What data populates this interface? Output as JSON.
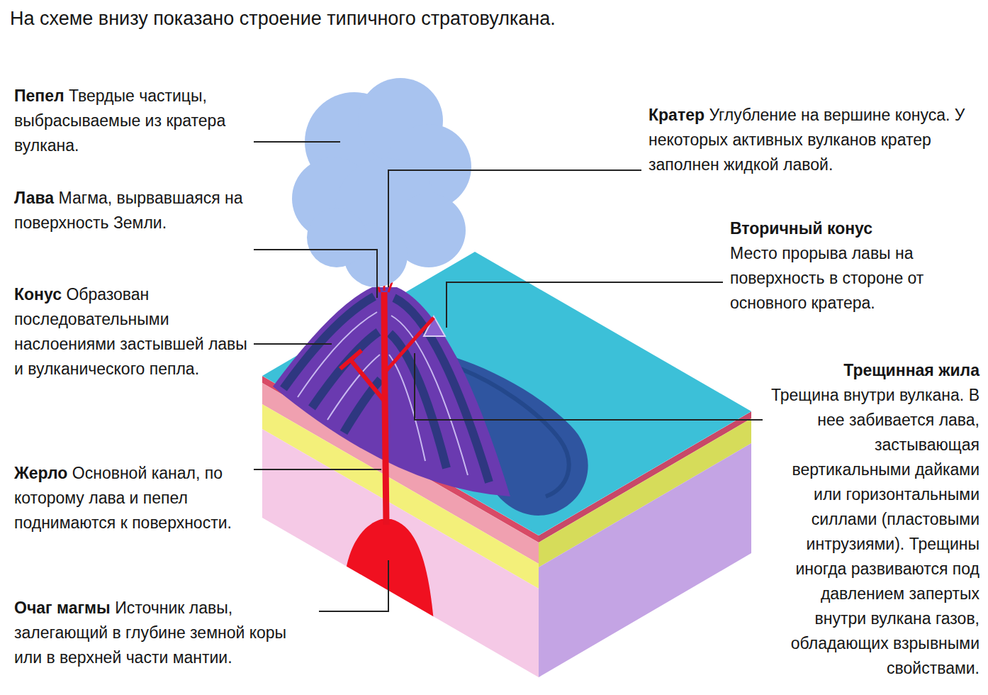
{
  "diagram": {
    "title": "На схеме внизу показано строение типичного стратовулкана.",
    "labels": [
      "Пепел",
      "Твердые частицы, выбрасываемые из кратера вулкана.",
      "Лава",
      "Магма, вырвавшаяся на поверхность Земли.",
      "Конус",
      "Образован последовательными наслоениями застывшей лавы и вулканического пепла.",
      "Жерло",
      "Основной канал, по которому лава и пепел поднимаются к поверхности.",
      "Очаг магмы",
      "Источник лавы, залегающий в глубине земной коры или в верхней части мантии.",
      "Кратер",
      "Углубление на вершине конуса. У некоторых активных вулканов кратер заполнен жидкой лавой.",
      "Вторичный конус",
      "Место прорыва лавы на поверхность в стороне от основного кратера.",
      "Трещинная жила",
      "Трещина внутри вулкана. В нее забивается лава, застывающая вертикальными дайками или горизонтальными силлами (пластовыми интрузиями). Трещины иногда развиваются под давлением запертых внутри вулкана газов, обладающих взрывными свойствами."
    ]
  }
}
